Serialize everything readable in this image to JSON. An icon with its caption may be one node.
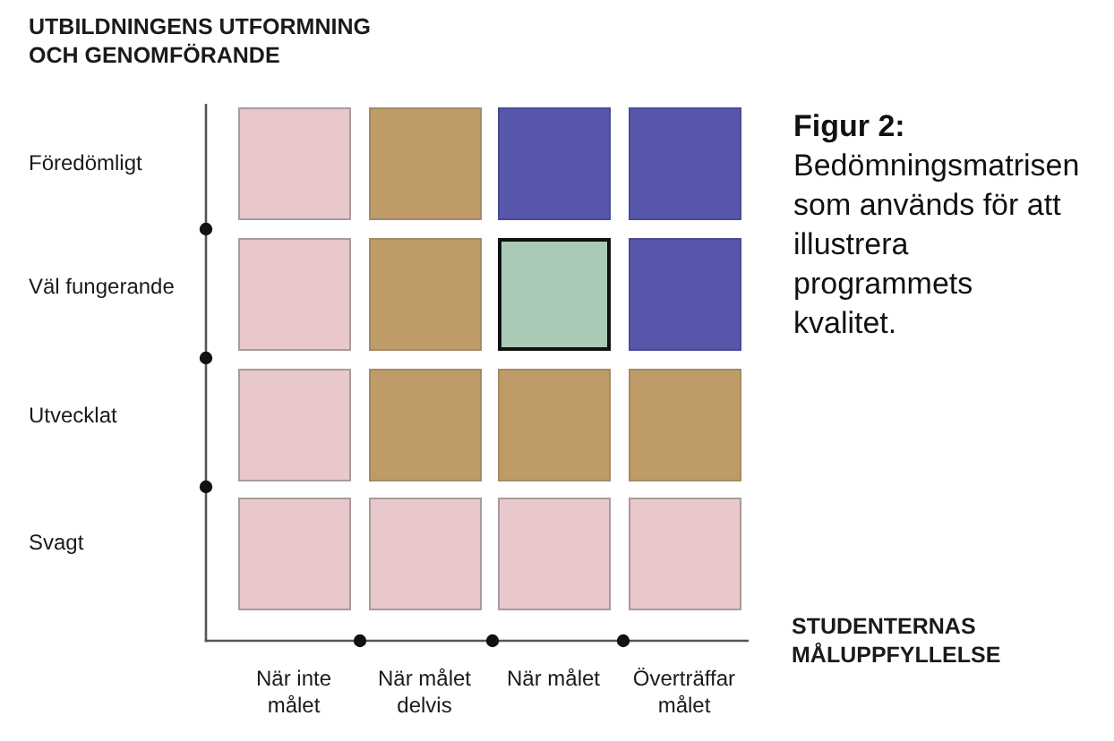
{
  "diagram": {
    "caption": "**Figur 2:** Bedömningsmatrisen som används för att illustrera programmets kvalitet.",
    "nodes": [
      {
        "text": [],
        "shape": "box"
      },
      {
        "text": [],
        "shape": "box"
      },
      {
        "text": [],
        "shape": "box"
      },
      {
        "text": [],
        "shape": "box"
      },
      {
        "text": [],
        "shape": "box"
      },
      {
        "text": [],
        "shape": "box"
      },
      {
        "text": [],
        "shape": "box"
      },
      {
        "text": [],
        "shape": "box"
      },
      {
        "text": [],
        "shape": "box"
      },
      {
        "text": [],
        "shape": "box"
      },
      {
        "text": [],
        "shape": "box"
      },
      {
        "text": [],
        "shape": "box"
      },
      {
        "text": [],
        "shape": "box"
      },
      {
        "text": [],
        "shape": "box"
      },
      {
        "text": [],
        "shape": "box"
      },
      {
        "text": [],
        "shape": "box"
      }
    ],
    "labels": [
      "UTBILDNINGENS UTFORMNING OCH GENOMFÖRANDE",
      "Föredömligt",
      "Väl fungerande",
      "Utvecklat",
      "Svagt",
      "STUDENTERNAS MÅLUPPFYLLELSE",
      "När inte målet",
      "När målet delvis",
      "När målet",
      "Överträffar målet"
    ]
  }
}
